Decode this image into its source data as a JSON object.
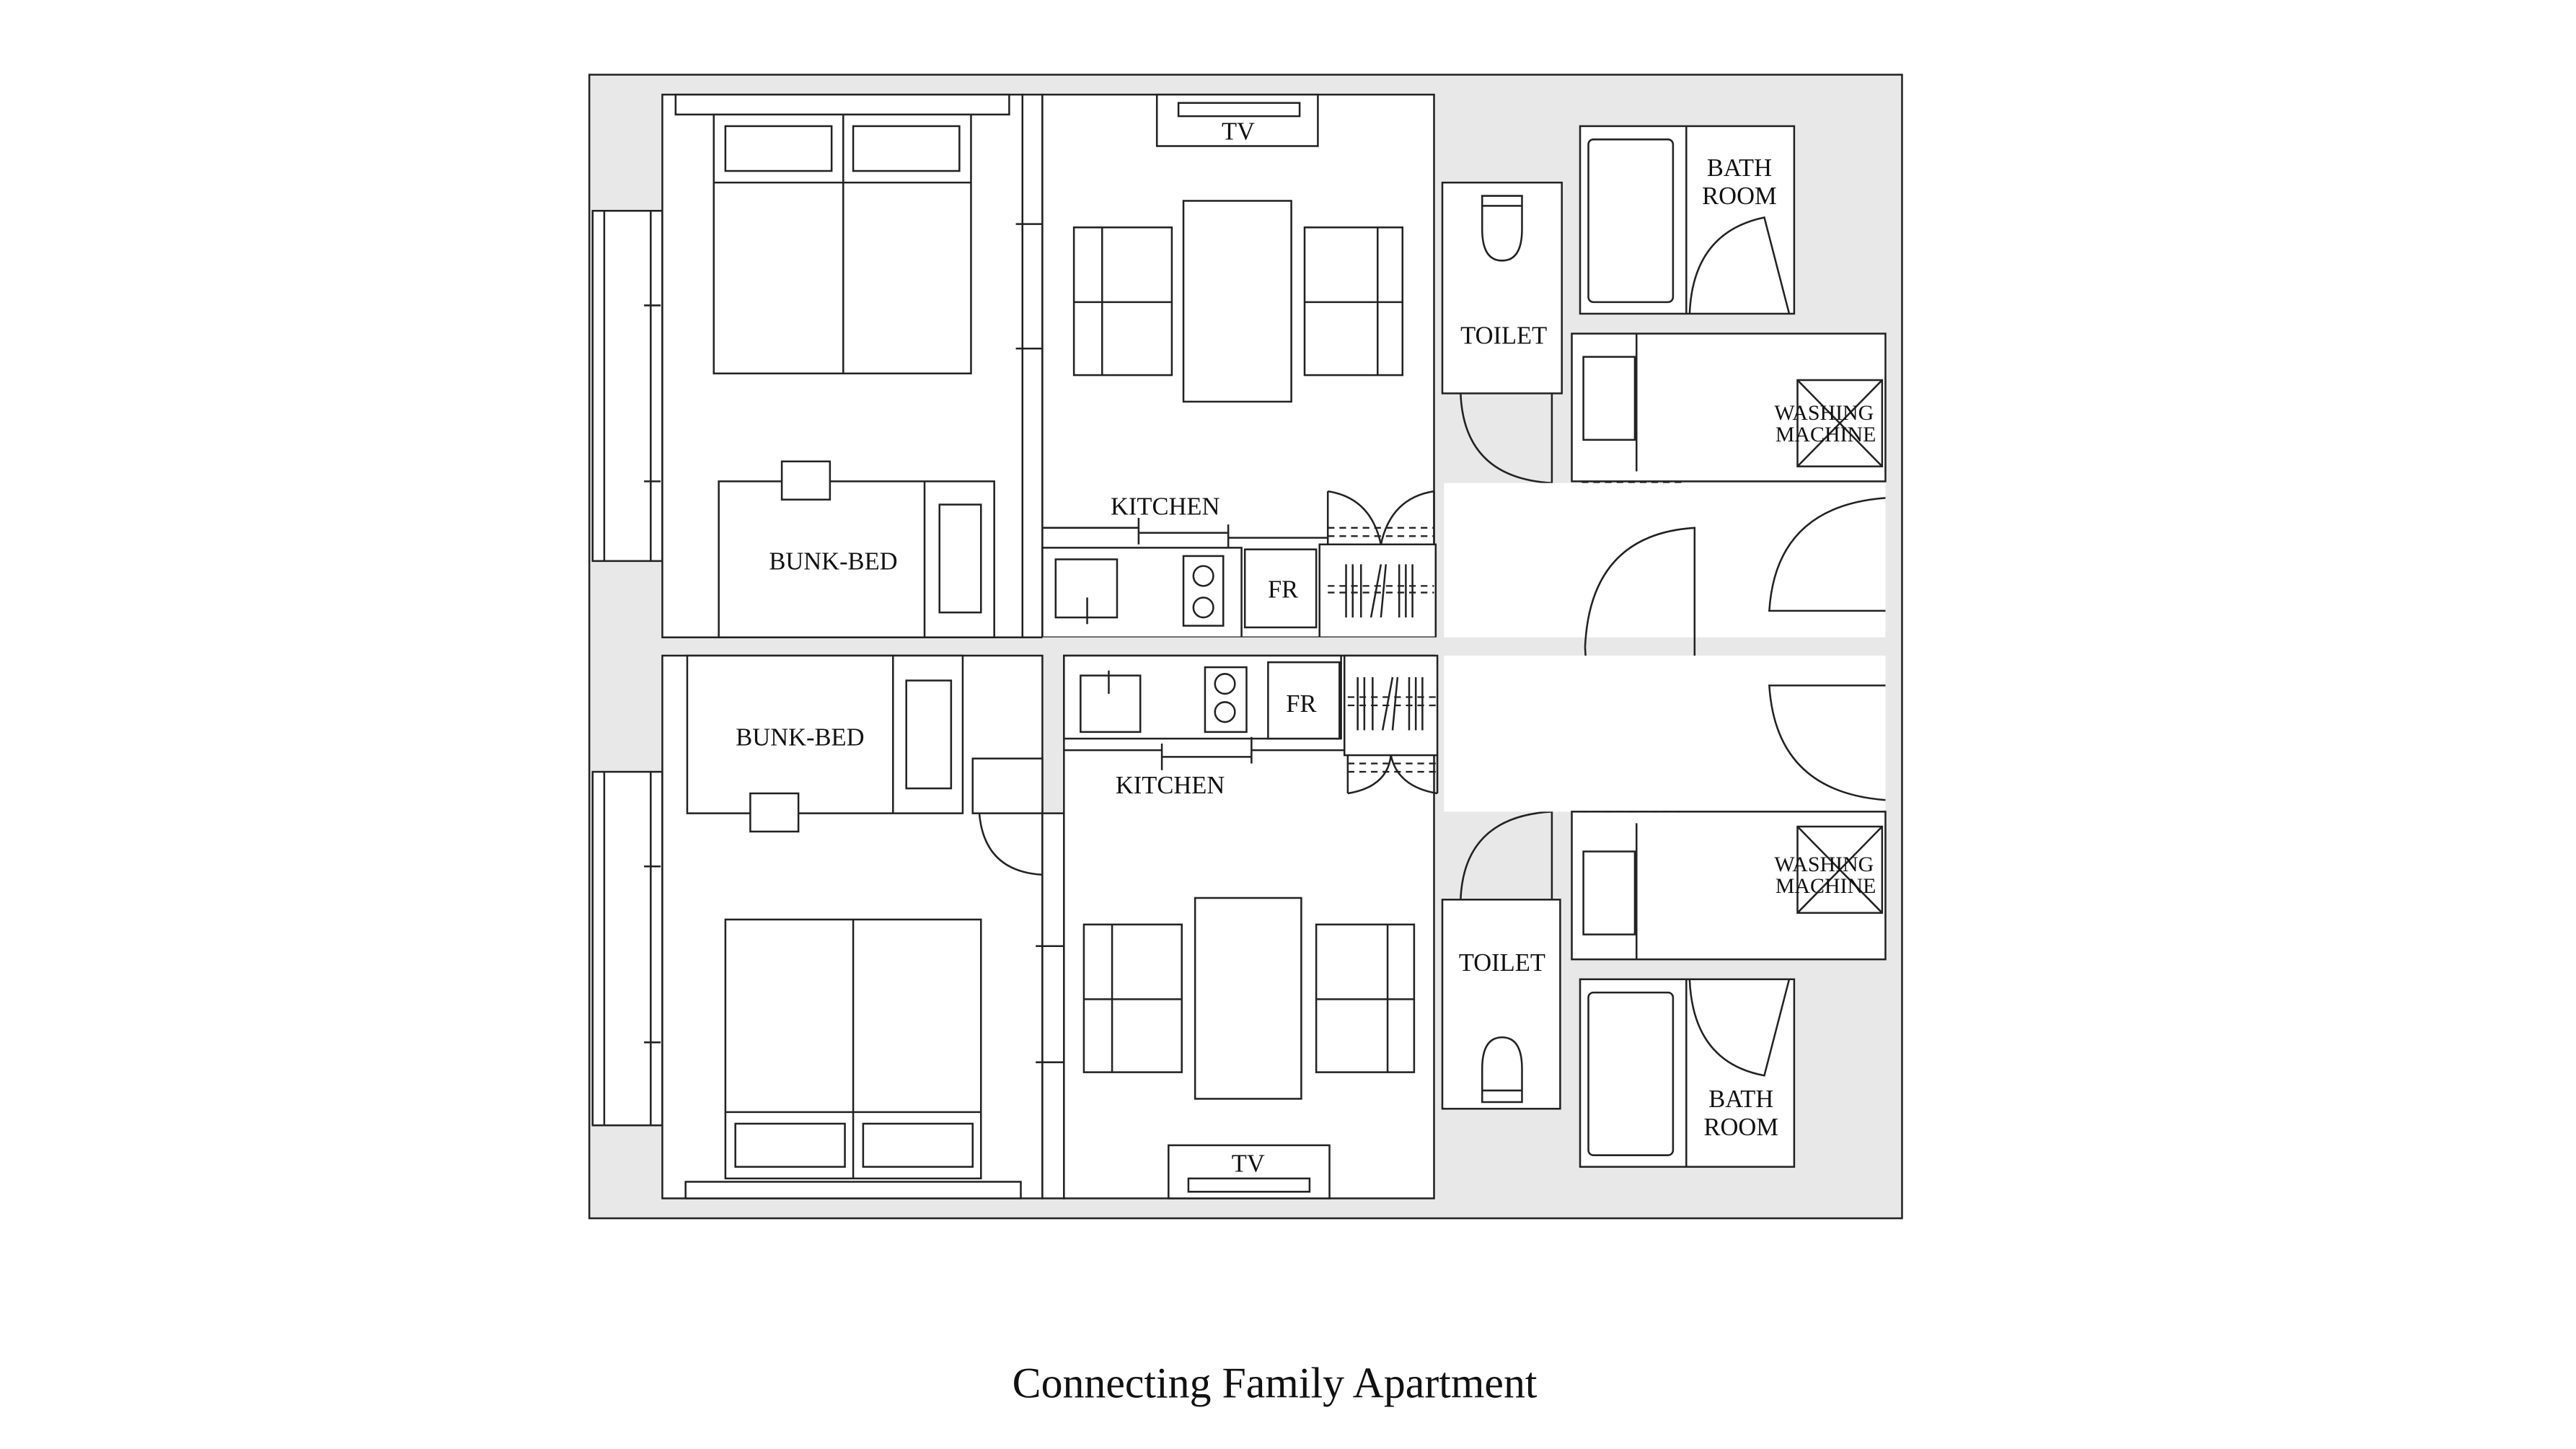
{
  "title": "Connecting Family Apartment",
  "colors": {
    "wall_fill": "#e8e8e8",
    "line": "#222222",
    "room_fill": "#ffffff"
  },
  "units": [
    {
      "name": "upper",
      "labels": {
        "tv": "TV",
        "kitchen": "KITCHEN",
        "fridge": "FR",
        "bunk_bed": "BUNK-BED",
        "toilet": "TOILET",
        "bath_line1": "BATH",
        "bath_line2": "ROOM",
        "washing_line1": "WASHING",
        "washing_line2": "MACHINE"
      }
    },
    {
      "name": "lower",
      "labels": {
        "tv": "TV",
        "kitchen": "KITCHEN",
        "fridge": "FR",
        "bunk_bed": "BUNK-BED",
        "toilet": "TOILET",
        "bath_line1": "BATH",
        "bath_line2": "ROOM",
        "washing_line1": "WASHING",
        "washing_line2": "MACHINE"
      }
    }
  ]
}
